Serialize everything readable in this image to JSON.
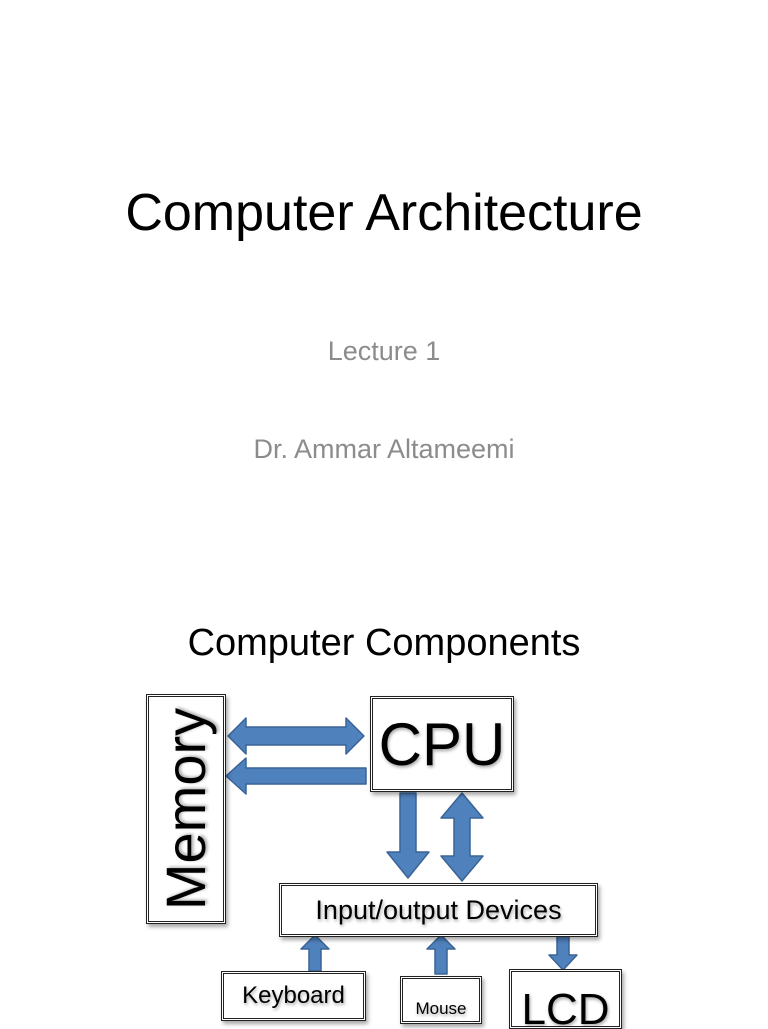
{
  "slide1": {
    "title": "Computer Architecture",
    "lecture": "Lecture  1",
    "author": "Dr. Ammar Altameemi"
  },
  "slide2": {
    "title": "Computer Components",
    "diagram": {
      "memory": "Memory",
      "cpu": "CPU",
      "io": "Input/output Devices",
      "keyboard": "Keyboard",
      "mouse": "Mouse",
      "lcd": "LCD"
    },
    "arrow_color": "#4f81bd",
    "arrow_stroke": "#3a6496"
  }
}
